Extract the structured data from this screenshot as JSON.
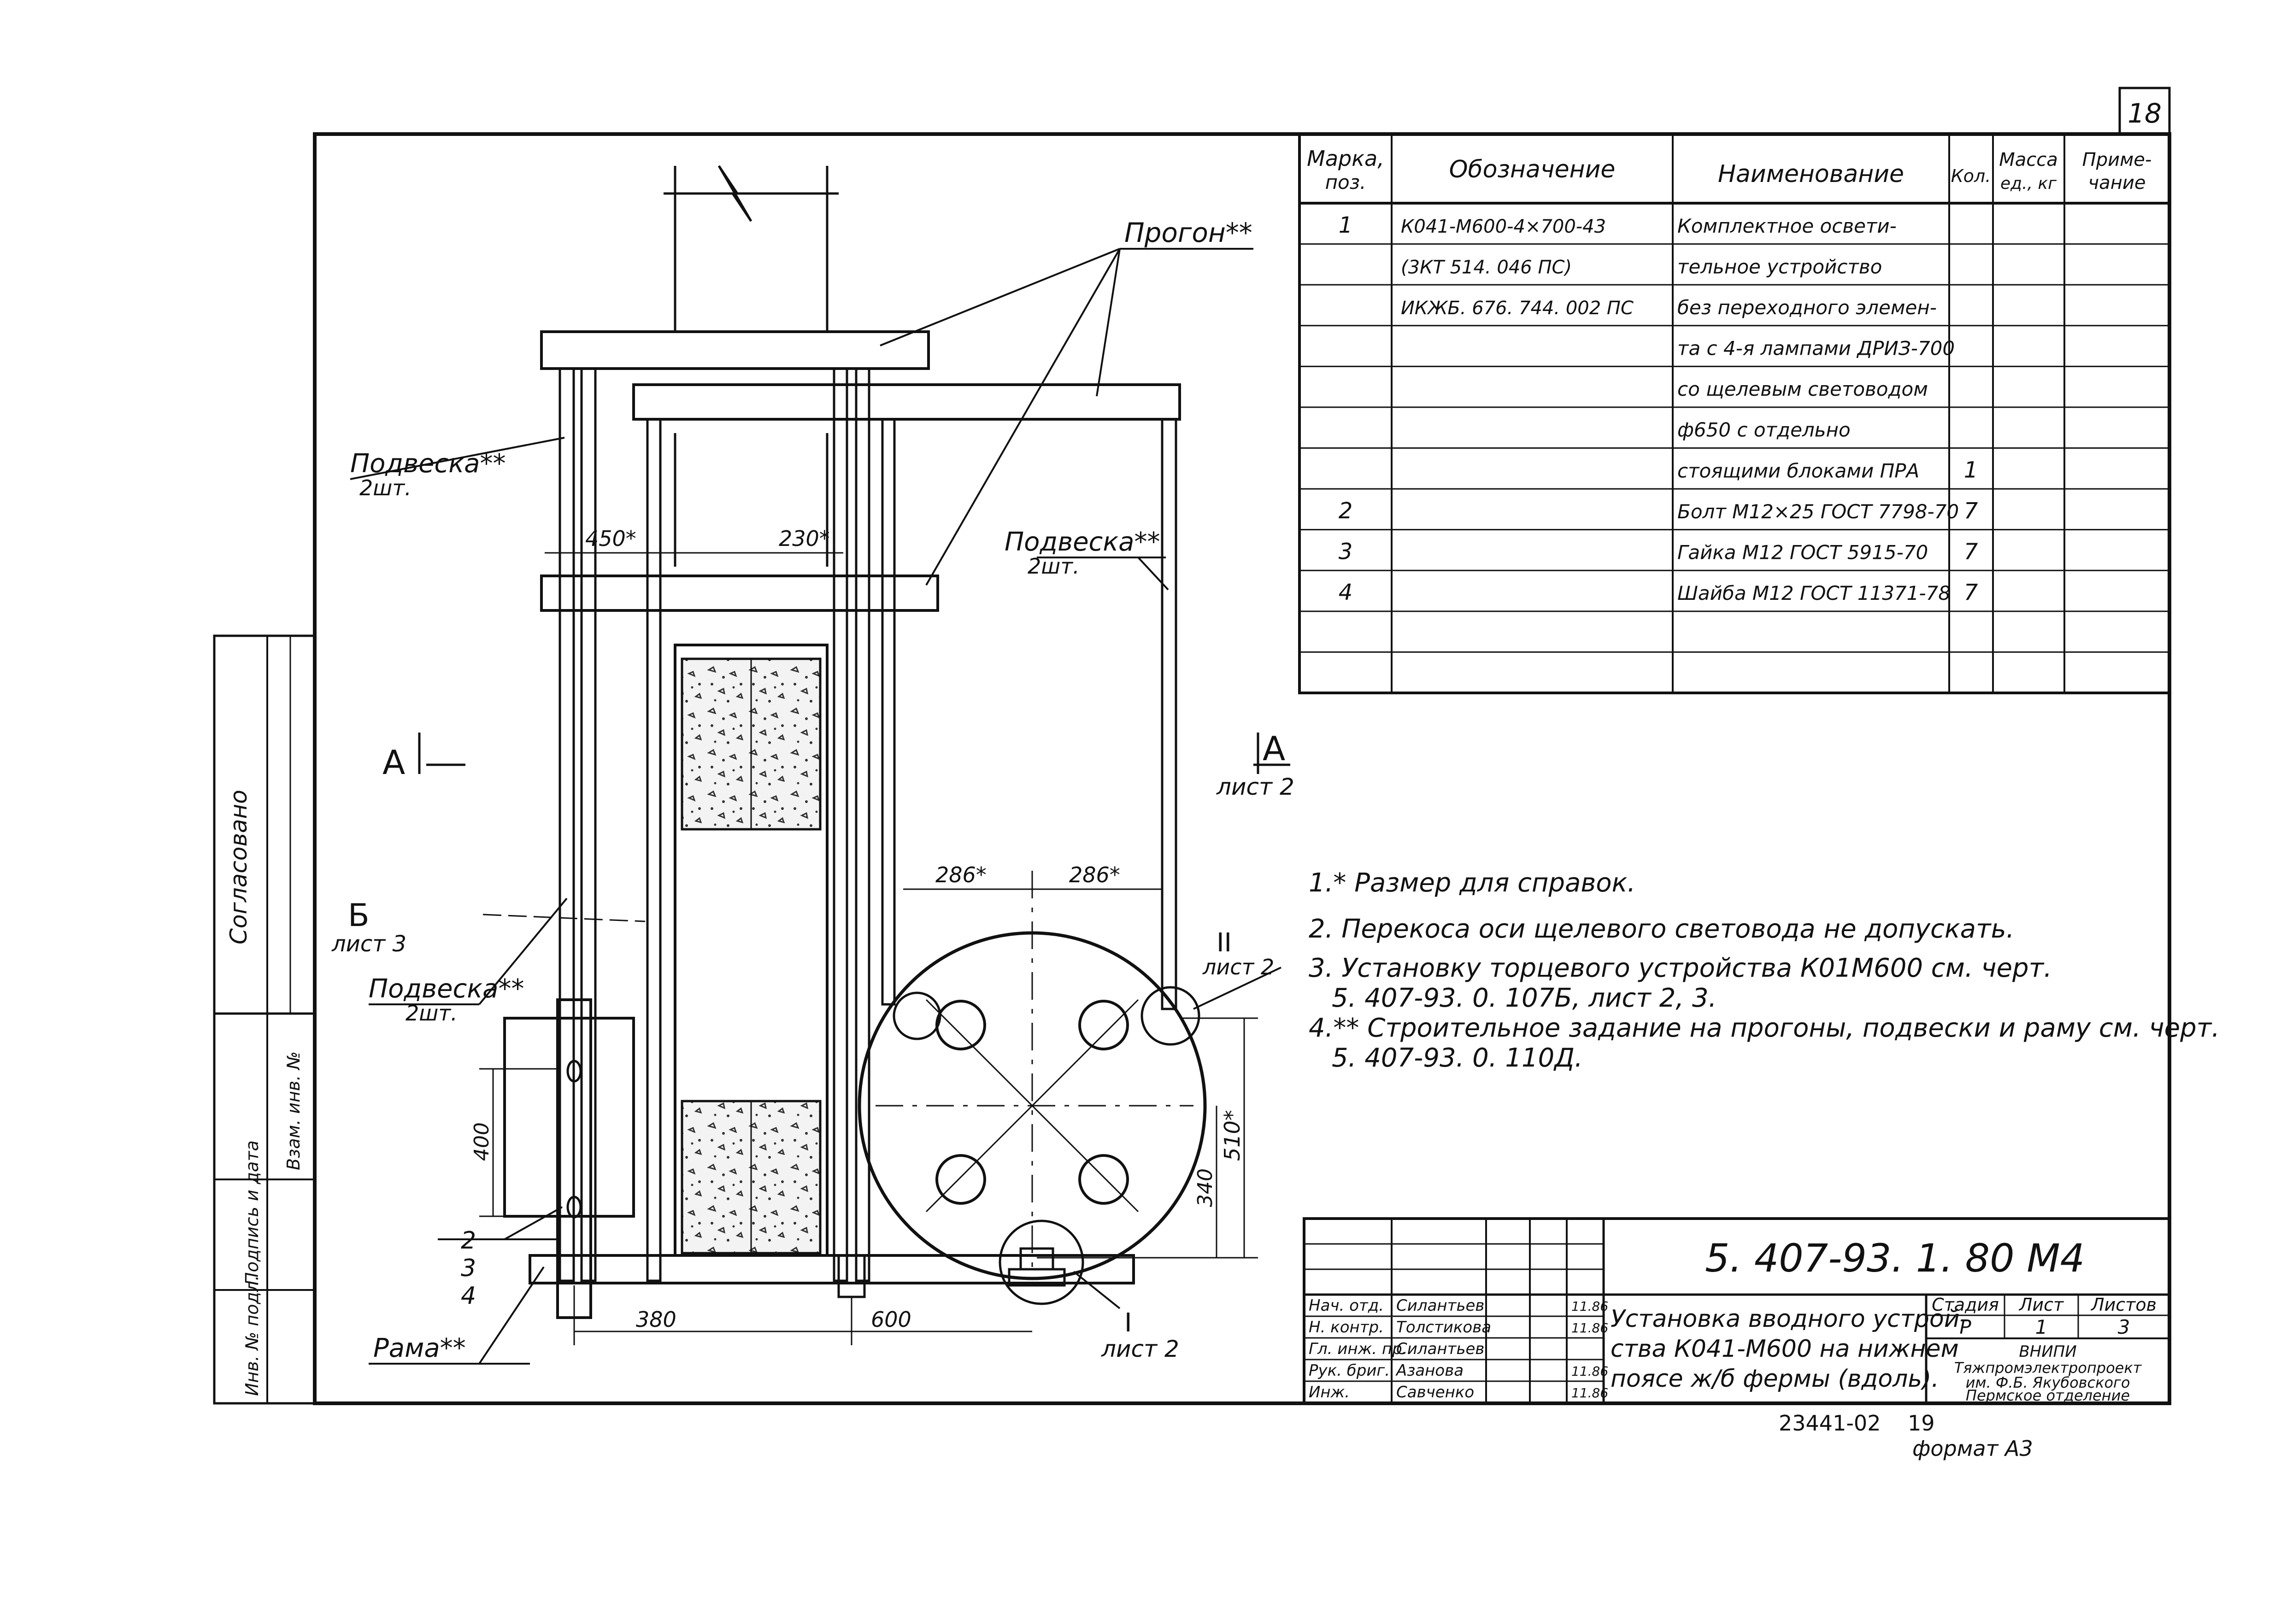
{
  "sheet_number": "18",
  "spec_table": {
    "headers": {
      "mark": [
        "Марка,",
        "поз."
      ],
      "designation": "Обозначение",
      "name": "Наименование",
      "qty": "Кол.",
      "mass": [
        "Масса",
        "ед., кг"
      ],
      "note": [
        "Приме-",
        "чание"
      ]
    },
    "rows": [
      {
        "mark": "1",
        "designation": "К041-М600-4×700-43",
        "name": "Комплектное освети-",
        "qty": ""
      },
      {
        "mark": "",
        "designation": "(3КТ 514. 046 ПС)",
        "name": "тельное устройство",
        "qty": ""
      },
      {
        "mark": "",
        "designation": "ИКЖБ. 676. 744. 002 ПС",
        "name": "без переходного элемен-",
        "qty": ""
      },
      {
        "mark": "",
        "designation": "",
        "name": "та с 4-я лампами ДРИЗ-700",
        "qty": ""
      },
      {
        "mark": "",
        "designation": "",
        "name": "со щелевым световодом",
        "qty": ""
      },
      {
        "mark": "",
        "designation": "",
        "name": "ф650 с отдельно",
        "qty": ""
      },
      {
        "mark": "",
        "designation": "",
        "name": "стоящими блоками ПРА",
        "qty": "1"
      },
      {
        "mark": "2",
        "designation": "",
        "name": "Болт М12×25 ГОСТ 7798-70",
        "qty": "7"
      },
      {
        "mark": "3",
        "designation": "",
        "name": "Гайка М12 ГОСТ 5915-70",
        "qty": "7"
      },
      {
        "mark": "4",
        "designation": "",
        "name": "Шайба М12 ГОСТ 11371-78",
        "qty": "7"
      },
      {
        "mark": "",
        "designation": "",
        "name": "",
        "qty": ""
      },
      {
        "mark": "",
        "designation": "",
        "name": "",
        "qty": ""
      }
    ]
  },
  "drawing_labels": {
    "progon": "Прогон**",
    "podveska": "Подвеска**",
    "two_pcs": "2шт.",
    "rama": "Рама**",
    "dim_450": "450*",
    "dim_230": "230*",
    "dim_286_left": "286*",
    "dim_286_right": "286*",
    "dim_510": "510*",
    "dim_400": "400",
    "dim_340": "340",
    "dim_380": "380",
    "dim_600": "600",
    "section_a": "А",
    "section_b": "Б",
    "sheet_2": "лист 2",
    "sheet_3": "лист 3",
    "node_2": "II",
    "node_1": "I",
    "pos_2": "2",
    "pos_3": "3",
    "pos_4": "4"
  },
  "notes": [
    "1.* Размер для справок.",
    "2. Перекоса оси щелевого световода не допускать.",
    "3. Установку торцевого устройства К01М600 см. черт.",
    "5. 407-93. 0. 107Б, лист 2, 3.",
    "4.** Строительное задание на прогоны, подвески и раму см. черт.",
    "5. 407-93. 0. 110Д."
  ],
  "left_margin": {
    "agreed": "Согласовано",
    "sign_date": "Подпись и дата",
    "replace_inv": "Взам. инв. №",
    "inv_no_orig": "Инв. № подл."
  },
  "title_block": {
    "doc_code": "5. 407-93. 1. 80 М4",
    "title": [
      "Установка вводного устрой-",
      "ства К041-М600 на нижнем",
      "поясе ж/б фермы (вдоль)."
    ],
    "stage_label": "Стадия",
    "sheet_label": "Лист",
    "sheets_label": "Листов",
    "stage": "Р",
    "sheet": "1",
    "sheets": "3",
    "org": [
      "ВНИПИ",
      "Тяжпромэлектропроект",
      "им. Ф.Б. Якубовского",
      "Пермское отделение"
    ],
    "people": [
      {
        "role": "Нач. отд.",
        "name": "Силантьев",
        "date": "11.86"
      },
      {
        "role": "Н. контр.",
        "name": "Толстикова",
        "date": "11.86"
      },
      {
        "role": "Гл. инж. пр.",
        "name": "Силантьев",
        "date": ""
      },
      {
        "role": "Рук. бриг.",
        "name": "Азанова",
        "date": "11.86"
      },
      {
        "role": "Инж.",
        "name": "Савченко",
        "date": "11.86"
      }
    ]
  },
  "footer": {
    "archive_no": "23441-02",
    "page": "19",
    "format": "формат А3"
  }
}
